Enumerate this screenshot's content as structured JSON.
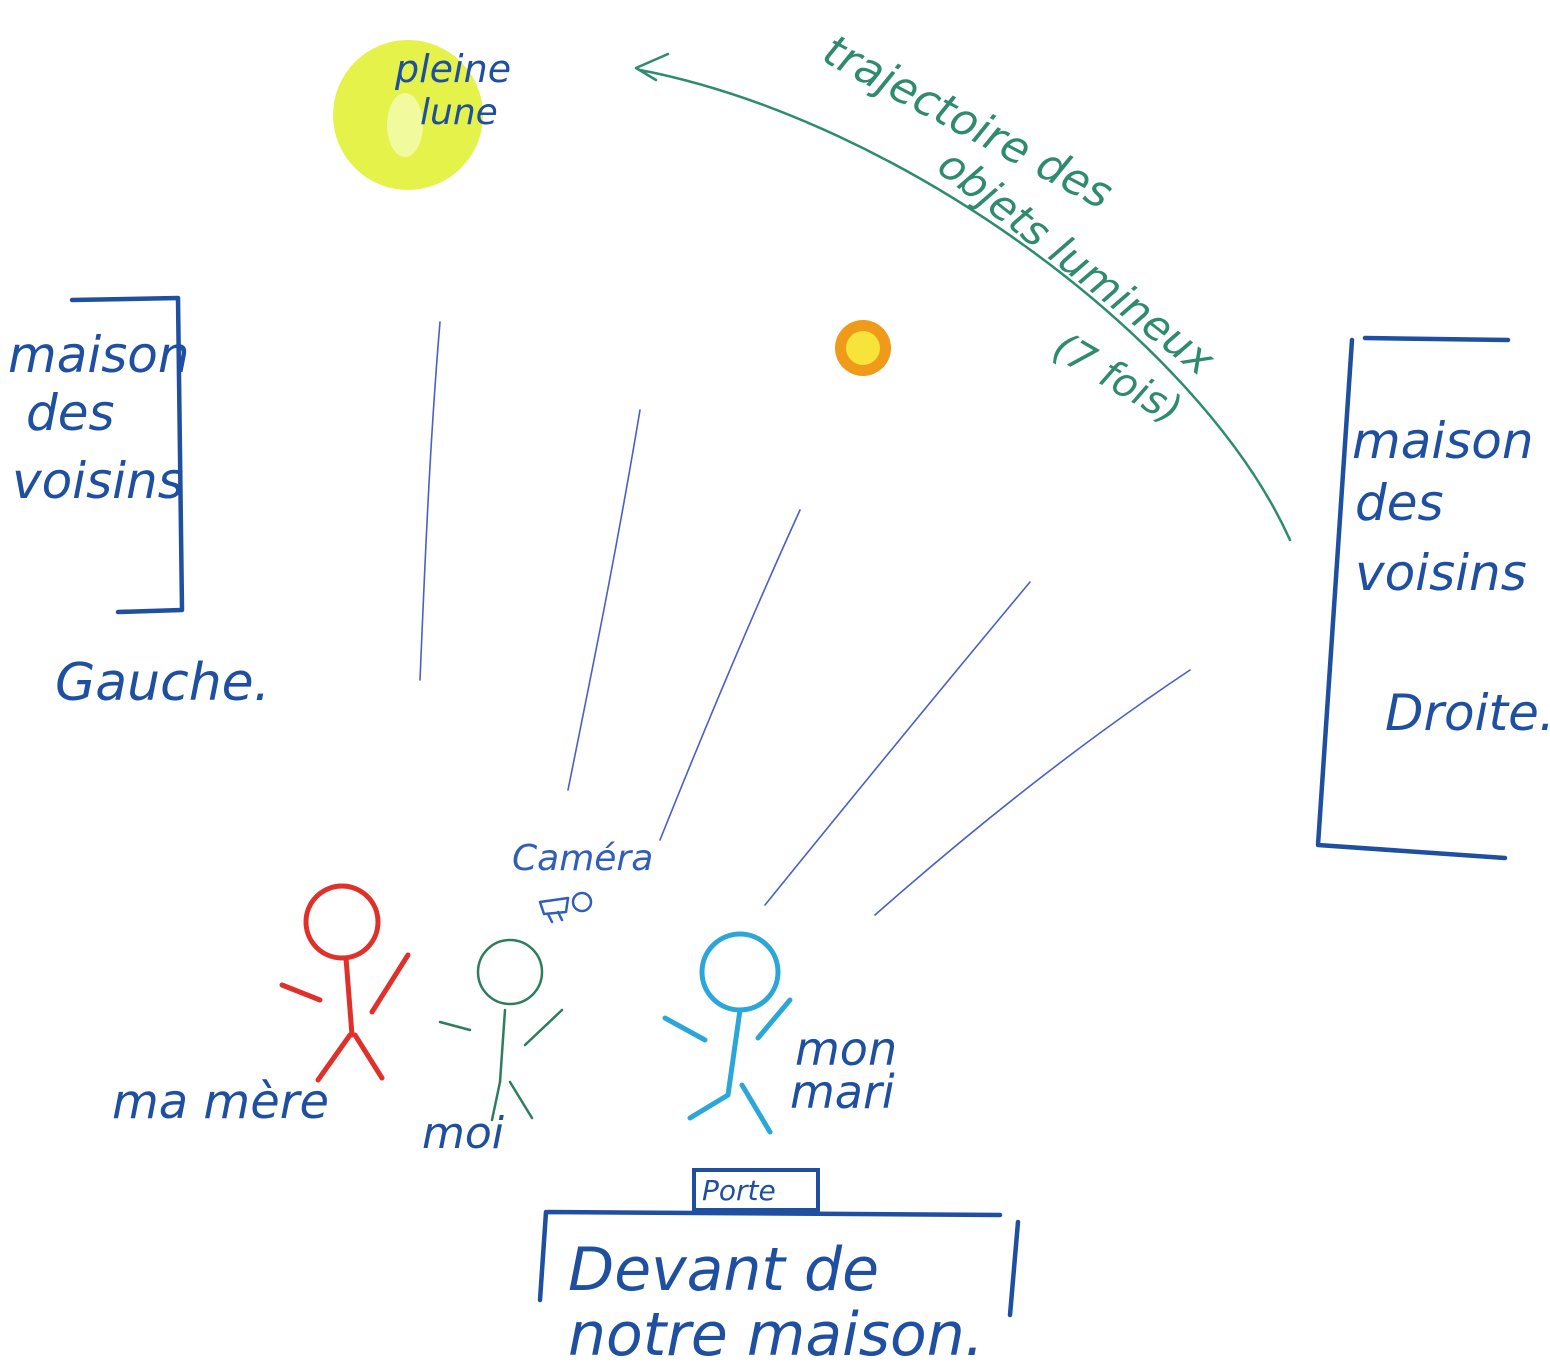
{
  "colors": {
    "ink_blue": "#1f4fa0",
    "trajectory_green": "#2e8b6e",
    "moon_yellow": "#e4f24a",
    "light_object_orange": "#f09a1a",
    "light_object_core": "#f6e43a",
    "mother_red": "#e0302a",
    "me_green": "#2e7d5e",
    "husband_cyan": "#2aa7d8",
    "sight_line_blue": "#4a5fc8"
  },
  "moon": {
    "line1": "pleine",
    "line2": "lune"
  },
  "trajectory": {
    "line1": "trajectoire des",
    "line2": "objets lumineux",
    "line3": "(7 fois)"
  },
  "left_house": {
    "line1": "maison",
    "line2": "des",
    "line3": "voisins",
    "side": "Gauche."
  },
  "right_house": {
    "line1": "maison",
    "line2": "des",
    "line3": "voisins",
    "side": "Droite."
  },
  "camera": {
    "label": "Caméra"
  },
  "people": {
    "mother": "ma mère",
    "me": "moi",
    "husband_line1": "mon",
    "husband_line2": "mari"
  },
  "door": {
    "label": "Porte"
  },
  "our_house": {
    "line1": "Devant de",
    "line2": "notre maison."
  }
}
